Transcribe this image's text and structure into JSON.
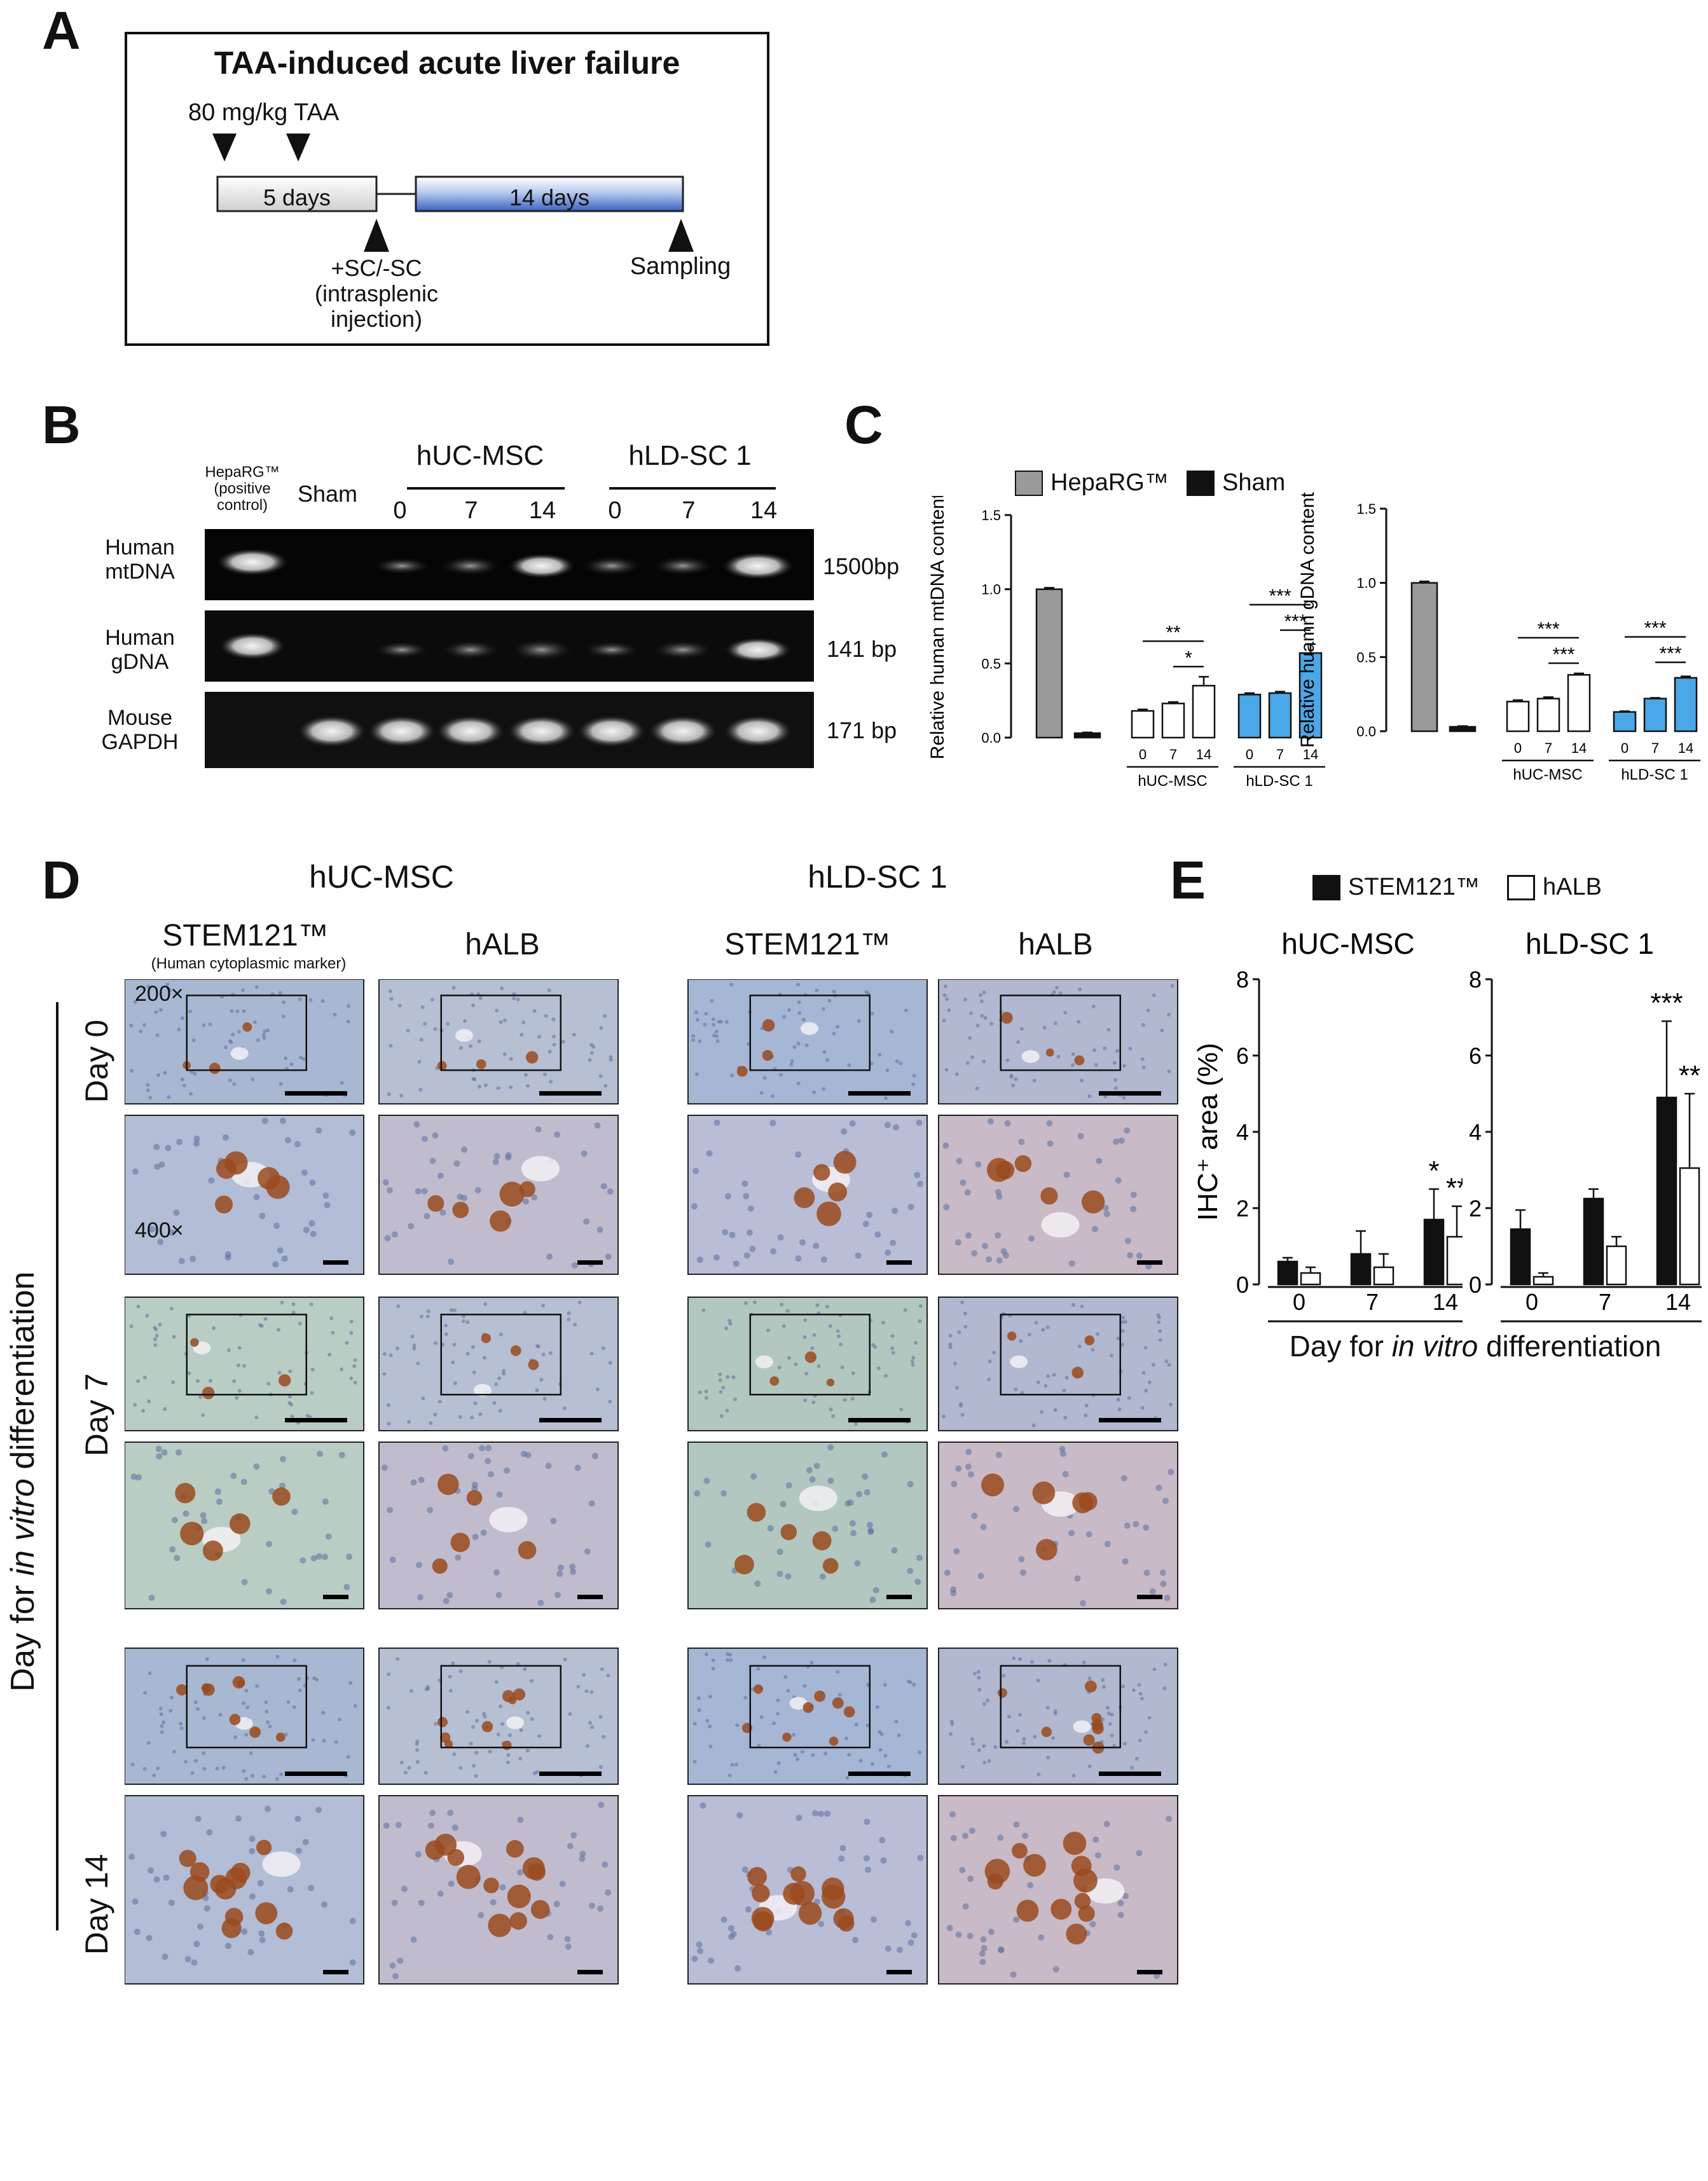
{
  "panel_letters": {
    "a": "A",
    "b": "B",
    "c": "C",
    "d": "D",
    "e": "E"
  },
  "panelA": {
    "title": "TAA-induced acute liver failure",
    "dose": "80 mg/kg TAA",
    "phase1": "5 days",
    "phase2": "14 days",
    "injection": [
      "+SC/-SC",
      "(intrasplenic",
      "injection)"
    ],
    "sampling": "Sampling"
  },
  "panelB": {
    "groups": [
      "hUC-MSC",
      "hLD-SC 1"
    ],
    "lane_pos_ctrl": [
      "HepaRG™",
      "(positive",
      "control)"
    ],
    "lane_sham": "Sham",
    "days": [
      "0",
      "7",
      "14",
      "0",
      "7",
      "14"
    ],
    "rows": [
      {
        "label": [
          "Human",
          "mtDNA"
        ],
        "size": "1500bp"
      },
      {
        "label": [
          "Human",
          "gDNA"
        ],
        "size": "141 bp"
      },
      {
        "label": [
          "Mouse",
          "GAPDH"
        ],
        "size": "171 bp"
      }
    ]
  },
  "panelC": {
    "legend": [
      "HepaRG™",
      "Sham"
    ],
    "group_labels": [
      "hUC-MSC",
      "hLD-SC 1"
    ],
    "colors": {
      "heparg": "#9a9a9a",
      "sham": "#111111",
      "huc": "#ffffff",
      "hld": "#4aa7e8"
    }
  },
  "panelD": {
    "groups": [
      "hUC-MSC",
      "hLD-SC 1"
    ],
    "columns": [
      "STEM121™",
      "hALB",
      "STEM121™",
      "hALB"
    ],
    "stem_note": "(Human cytoplasmic marker)",
    "rows": [
      "Day 0",
      "Day 7",
      "Day 14"
    ],
    "mag_low": "200×",
    "mag_high": "400×",
    "side_label": [
      "Day for ",
      "in vitro",
      " differentiation"
    ]
  },
  "panelE": {
    "legend": [
      "STEM121™",
      "hALB"
    ],
    "xlabel": [
      "Day for ",
      "in vitro",
      " differentiation"
    ]
  },
  "chart_data": [
    {
      "type": "bar",
      "ylabel": "Relative human mtDNA content",
      "ylim": [
        0,
        1.5
      ],
      "yticks": [
        "0.0",
        "0.5",
        "1.0",
        "1.5"
      ],
      "categories": [
        "HepaRG™",
        "Sham",
        "0",
        "7",
        "14",
        "0",
        "7",
        "14"
      ],
      "groups": [
        "hUC-MSC",
        "hLD-SC 1"
      ],
      "values": [
        1.0,
        0.03,
        0.18,
        0.23,
        0.35,
        0.29,
        0.3,
        0.57
      ],
      "errors": [
        0.01,
        0.005,
        0.01,
        0.01,
        0.06,
        0.01,
        0.01,
        0.06
      ],
      "significance": [
        {
          "label": "**",
          "from": "0",
          "to": "14",
          "group": "hUC-MSC"
        },
        {
          "label": "*",
          "from": "7",
          "to": "14",
          "group": "hUC-MSC"
        },
        {
          "label": "***",
          "from": "0",
          "to": "14",
          "group": "hLD-SC 1"
        },
        {
          "label": "***",
          "from": "7",
          "to": "14",
          "group": "hLD-SC 1"
        }
      ]
    },
    {
      "type": "bar",
      "ylabel": "Relative huamn gDNA content",
      "ylim": [
        0,
        1.5
      ],
      "yticks": [
        "0.0",
        "0.5",
        "1.0",
        "1.5"
      ],
      "categories": [
        "HepaRG™",
        "Sham",
        "0",
        "7",
        "14",
        "0",
        "7",
        "14"
      ],
      "groups": [
        "hUC-MSC",
        "hLD-SC 1"
      ],
      "values": [
        1.0,
        0.03,
        0.2,
        0.22,
        0.38,
        0.13,
        0.22,
        0.36
      ],
      "errors": [
        0.01,
        0.005,
        0.01,
        0.01,
        0.01,
        0.005,
        0.005,
        0.01
      ],
      "significance": [
        {
          "label": "***",
          "from": "0",
          "to": "14",
          "group": "hUC-MSC"
        },
        {
          "label": "***",
          "from": "7",
          "to": "14",
          "group": "hUC-MSC"
        },
        {
          "label": "***",
          "from": "0",
          "to": "14",
          "group": "hLD-SC 1"
        },
        {
          "label": "***",
          "from": "7",
          "to": "14",
          "group": "hLD-SC 1"
        }
      ]
    },
    {
      "type": "bar",
      "title": "hUC-MSC",
      "ylabel": "IHC⁺ area (%)",
      "ylim": [
        0,
        8
      ],
      "yticks": [
        "0",
        "2",
        "4",
        "6",
        "8"
      ],
      "categories": [
        "0",
        "7",
        "14"
      ],
      "series": [
        {
          "name": "STEM121™",
          "values": [
            0.6,
            0.8,
            1.7
          ],
          "errors": [
            0.1,
            0.6,
            0.8
          ],
          "marks": [
            "",
            "",
            "*"
          ]
        },
        {
          "name": "hALB",
          "values": [
            0.3,
            0.45,
            1.25
          ],
          "errors": [
            0.15,
            0.35,
            0.8
          ],
          "marks": [
            "",
            "",
            "**"
          ]
        }
      ]
    },
    {
      "type": "bar",
      "title": "hLD-SC 1",
      "ylim": [
        0,
        8
      ],
      "yticks": [
        "0",
        "2",
        "4",
        "6",
        "8"
      ],
      "categories": [
        "0",
        "7",
        "14"
      ],
      "series": [
        {
          "name": "STEM121™",
          "values": [
            1.45,
            2.25,
            4.9
          ],
          "errors": [
            0.5,
            0.25,
            2.0
          ],
          "marks": [
            "",
            "",
            "***"
          ]
        },
        {
          "name": "hALB",
          "values": [
            0.2,
            1.0,
            3.05
          ],
          "errors": [
            0.1,
            0.25,
            1.95
          ],
          "marks": [
            "",
            "",
            "**"
          ]
        }
      ]
    }
  ]
}
